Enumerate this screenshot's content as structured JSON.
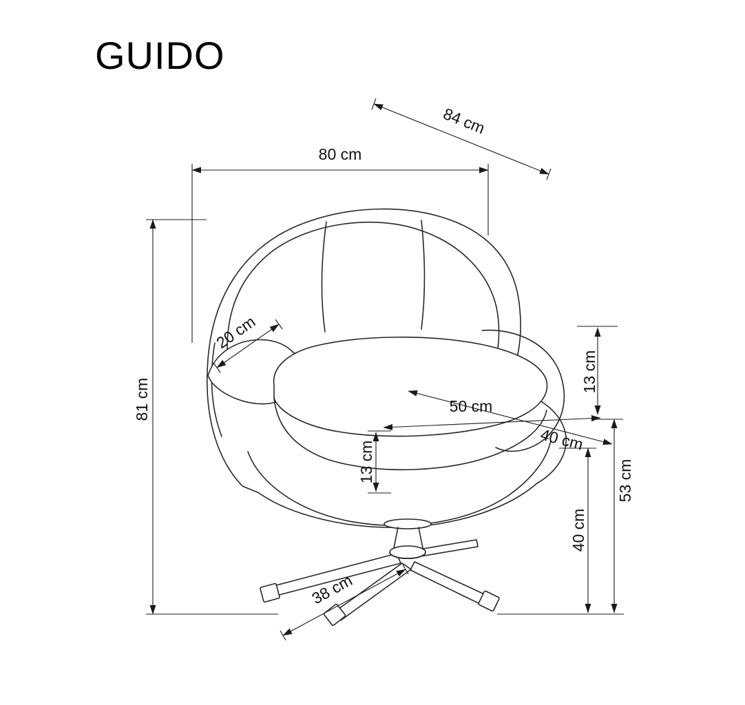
{
  "title": "GUIDO",
  "dimensions": {
    "diag_depth": "84 cm",
    "width": "80 cm",
    "height": "81 cm",
    "backrest": "20 cm",
    "arm_to_seat": "13 cm",
    "seat_width": "50 cm",
    "seat_depth": "40 cm",
    "cushion": "13 cm",
    "underseat_height": "40 cm",
    "seat_height": "53 cm",
    "base_leg": "38 cm"
  },
  "colors": {
    "line": "#1a1a1a",
    "background": "#ffffff"
  }
}
